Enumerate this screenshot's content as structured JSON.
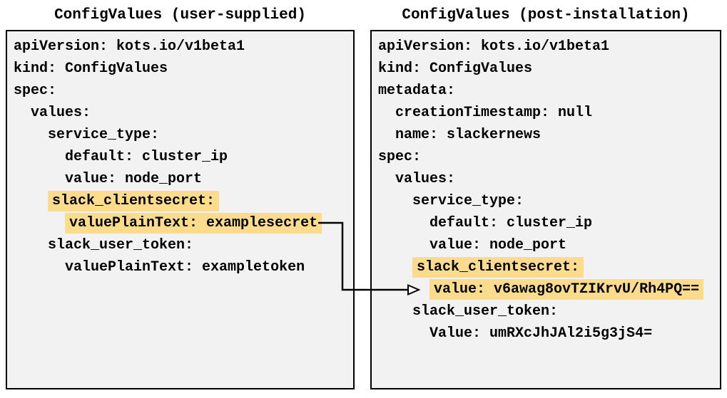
{
  "left_panel": {
    "title": "ConfigValues (user-supplied)",
    "lines": [
      {
        "text": "apiVersion: kots.io/v1beta1",
        "highlight": false
      },
      {
        "text": "kind: ConfigValues",
        "highlight": false
      },
      {
        "text": "spec:",
        "highlight": false
      },
      {
        "text": "  values:",
        "highlight": false
      },
      {
        "text": "    service_type:",
        "highlight": false
      },
      {
        "text": "      default: cluster_ip",
        "highlight": false
      },
      {
        "text": "      value: node_port",
        "highlight": false
      },
      {
        "text": "    slack_clientsecret:",
        "highlight": true
      },
      {
        "text": "      valuePlainText: examplesecret",
        "highlight": true
      },
      {
        "text": "    slack_user_token:",
        "highlight": false
      },
      {
        "text": "      valuePlainText: exampletoken",
        "highlight": false
      }
    ]
  },
  "right_panel": {
    "title": "ConfigValues (post-installation)",
    "lines": [
      {
        "text": "apiVersion: kots.io/v1beta1",
        "highlight": false
      },
      {
        "text": "kind: ConfigValues",
        "highlight": false
      },
      {
        "text": "metadata:",
        "highlight": false
      },
      {
        "text": "  creationTimestamp: null",
        "highlight": false
      },
      {
        "text": "  name: slackernews",
        "highlight": false
      },
      {
        "text": "spec:",
        "highlight": false
      },
      {
        "text": "  values:",
        "highlight": false
      },
      {
        "text": "    service_type:",
        "highlight": false
      },
      {
        "text": "      default: cluster_ip",
        "highlight": false
      },
      {
        "text": "      value: node_port",
        "highlight": false
      },
      {
        "text": "    slack_clientsecret:",
        "highlight": true
      },
      {
        "text": "      value: v6awag8ovTZIKrvU/Rh4PQ==",
        "highlight": true
      },
      {
        "text": "    slack_user_token:",
        "highlight": false
      },
      {
        "text": "      Value: umRXcJhJAl2i5g3jS4=",
        "highlight": false
      }
    ]
  },
  "arrow": {
    "from": "valuePlainText: examplesecret",
    "to": "value: v6awag8ovTZIKrvU/Rh4PQ==",
    "style": "elbow-right-angle, open triangle head"
  },
  "colors": {
    "highlight": "#fbdc8c",
    "box_background": "#f2f2f2",
    "box_border": "#000000",
    "arrow": "#000000",
    "text": "#000000"
  }
}
